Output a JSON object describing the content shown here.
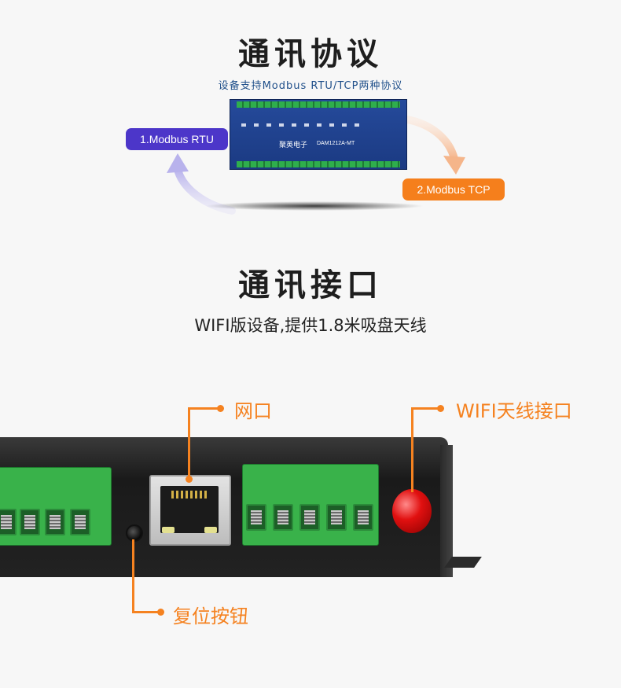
{
  "protocol": {
    "title": "通讯协议",
    "subtitle": "设备支持Modbus RTU/TCP两种协议",
    "rtu_label": "1.Modbus RTU",
    "tcp_label": "2.Modbus TCP"
  },
  "device": {
    "brand": "聚英电子",
    "model": "DAM1212A-MT"
  },
  "interface": {
    "title": "通讯接口",
    "subtitle": "WIFI版设备,提供1.8米吸盘天线",
    "network_port_label": "网口",
    "wifi_antenna_label": "WIFI天线接口",
    "reset_button_label": "复位按钮"
  },
  "colors": {
    "rtu_pill": "#4c36c9",
    "tcp_pill": "#f57f1c",
    "callout": "#f58220",
    "subtitle_blue": "#1f4f8a"
  }
}
